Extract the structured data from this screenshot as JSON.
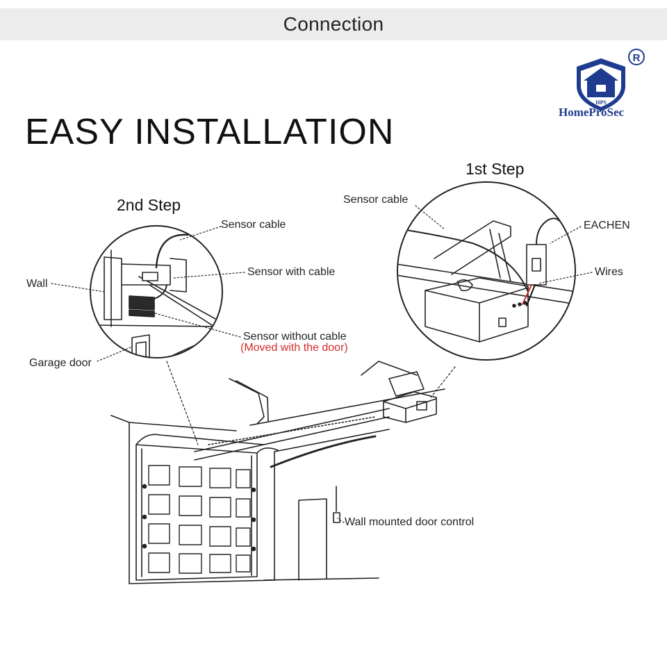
{
  "header": {
    "title": "Connection"
  },
  "main_title": "EASY INSTALLATION",
  "brand": {
    "name": "HomeProSec",
    "badge": "HPS",
    "registered": "®",
    "primary_color": "#1e3b8f",
    "accent_color": "#c62828"
  },
  "step1": {
    "title": "1st Step",
    "labels": {
      "sensor_cable": "Sensor cable",
      "device": "EACHEN",
      "wires": "Wires"
    }
  },
  "step2": {
    "title": "2nd Step",
    "labels": {
      "sensor_cable": "Sensor cable",
      "sensor_with_cable": "Sensor with cable",
      "wall": "Wall",
      "sensor_without_cable": "Sensor without cable",
      "moved_note": "(Moved with the door)",
      "garage_door": "Garage door"
    }
  },
  "garage": {
    "wall_control_label": "Wall mounted door control"
  }
}
